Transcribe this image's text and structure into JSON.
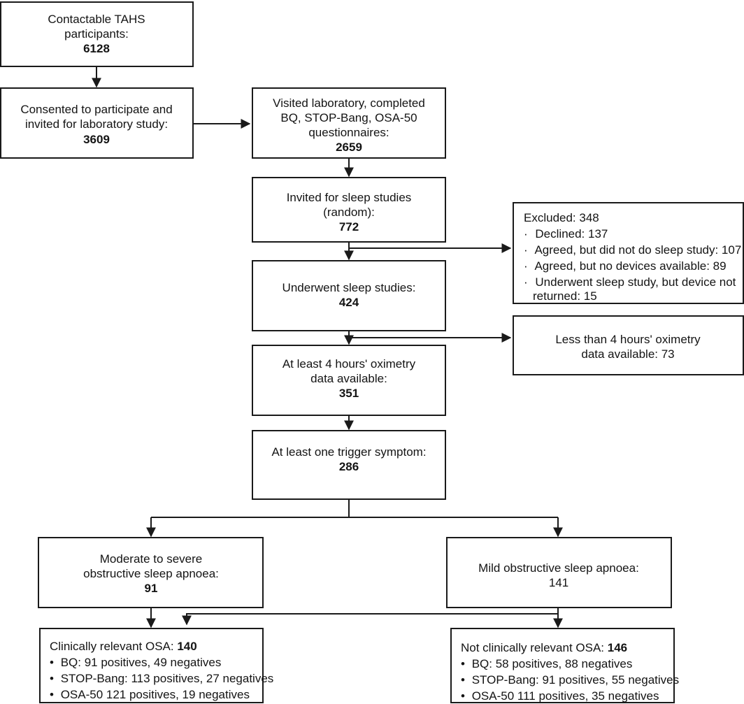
{
  "diagram": {
    "title": "Study participant flow diagram",
    "type": "flowchart",
    "stroke_color": "#1a1a1a",
    "text_color": "#141414",
    "background_color": "#ffffff"
  },
  "nodes": {
    "contactable": {
      "line1": "Contactable TAHS",
      "line2": "participants:",
      "value": "6128"
    },
    "consented": {
      "line1": "Consented to participate and",
      "line2": "invited for laboratory study:",
      "value": "3609"
    },
    "visited_lab": {
      "line1": "Visited laboratory, completed",
      "line2": "BQ, STOP-Bang, OSA-50",
      "line3": "questionnaires:",
      "value": "2659"
    },
    "invited_sleep": {
      "line1": "Invited for sleep studies",
      "line2": "(random):",
      "value": "772"
    },
    "excluded": {
      "heading": "Excluded: 348",
      "items": [
        "Declined: 137",
        "Agreed, but did not do sleep study: 107",
        "Agreed, but no devices available: 89",
        "Underwent sleep study, but device not"
      ],
      "item4_continuation": "returned: 15",
      "bullet": "·"
    },
    "underwent": {
      "line1": "Underwent sleep studies:",
      "value": "424"
    },
    "less_than_4h": {
      "line1": "Less than 4 hours' oximetry",
      "line2": "data available: 73"
    },
    "at_least_4h": {
      "line1": "At least 4 hours' oximetry",
      "line2": "data available:",
      "value": "351"
    },
    "trigger_symptom": {
      "line1": "At least one trigger symptom:",
      "value": "286"
    },
    "moderate_severe": {
      "line1": "Moderate to severe",
      "line2": "obstructive sleep apnoea:",
      "value": "91"
    },
    "mild": {
      "line1": "Mild obstructive sleep apnoea:",
      "value": "141"
    },
    "clinically_relevant": {
      "heading_label": "Clinically relevant OSA: ",
      "heading_value": "140",
      "items": [
        "BQ: 91 positives, 49 negatives",
        "STOP-Bang: 113 positives, 27 negatives",
        "OSA-50 121 positives, 19 negatives"
      ],
      "bullet": "•"
    },
    "not_clinically_relevant": {
      "heading_label": "Not clinically relevant OSA: ",
      "heading_value": "146",
      "items": [
        "BQ: 58 positives, 88 negatives",
        "STOP-Bang: 91 positives, 55 negatives",
        "OSA-50 111 positives, 35 negatives"
      ],
      "bullet": "•"
    }
  }
}
